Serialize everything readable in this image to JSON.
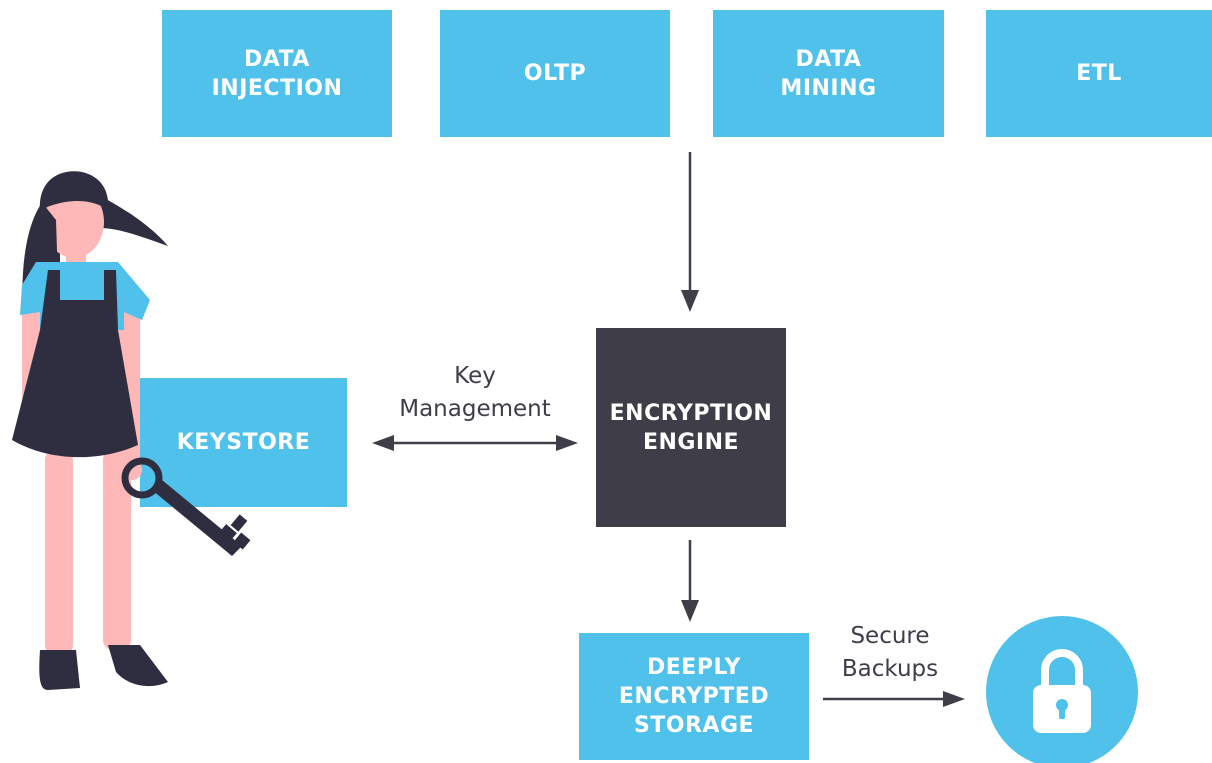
{
  "colors": {
    "box_blue": "#4fc1ea",
    "engine_dark": "#3f3d48",
    "arrow": "#3f3d48",
    "hair": "#2f2e41",
    "skin": "#ffb8b8",
    "key": "#2f2e41"
  },
  "top_boxes": [
    {
      "label": "DATA\nINJECTION"
    },
    {
      "label": "OLTP"
    },
    {
      "label": "DATA\nMINING"
    },
    {
      "label": "ETL"
    }
  ],
  "keystore": {
    "label": "KEYSTORE"
  },
  "engine": {
    "label": "ENCRYPTION\nENGINE"
  },
  "storage": {
    "label": "DEEPLY\nENCRYPTED\nSTORAGE"
  },
  "edge_labels": {
    "key_management": "Key\nManagement",
    "secure_backups": "Secure\nBackups"
  },
  "icons": {
    "lock": "lock-icon",
    "key": "key-icon",
    "person": "person-illustration"
  }
}
